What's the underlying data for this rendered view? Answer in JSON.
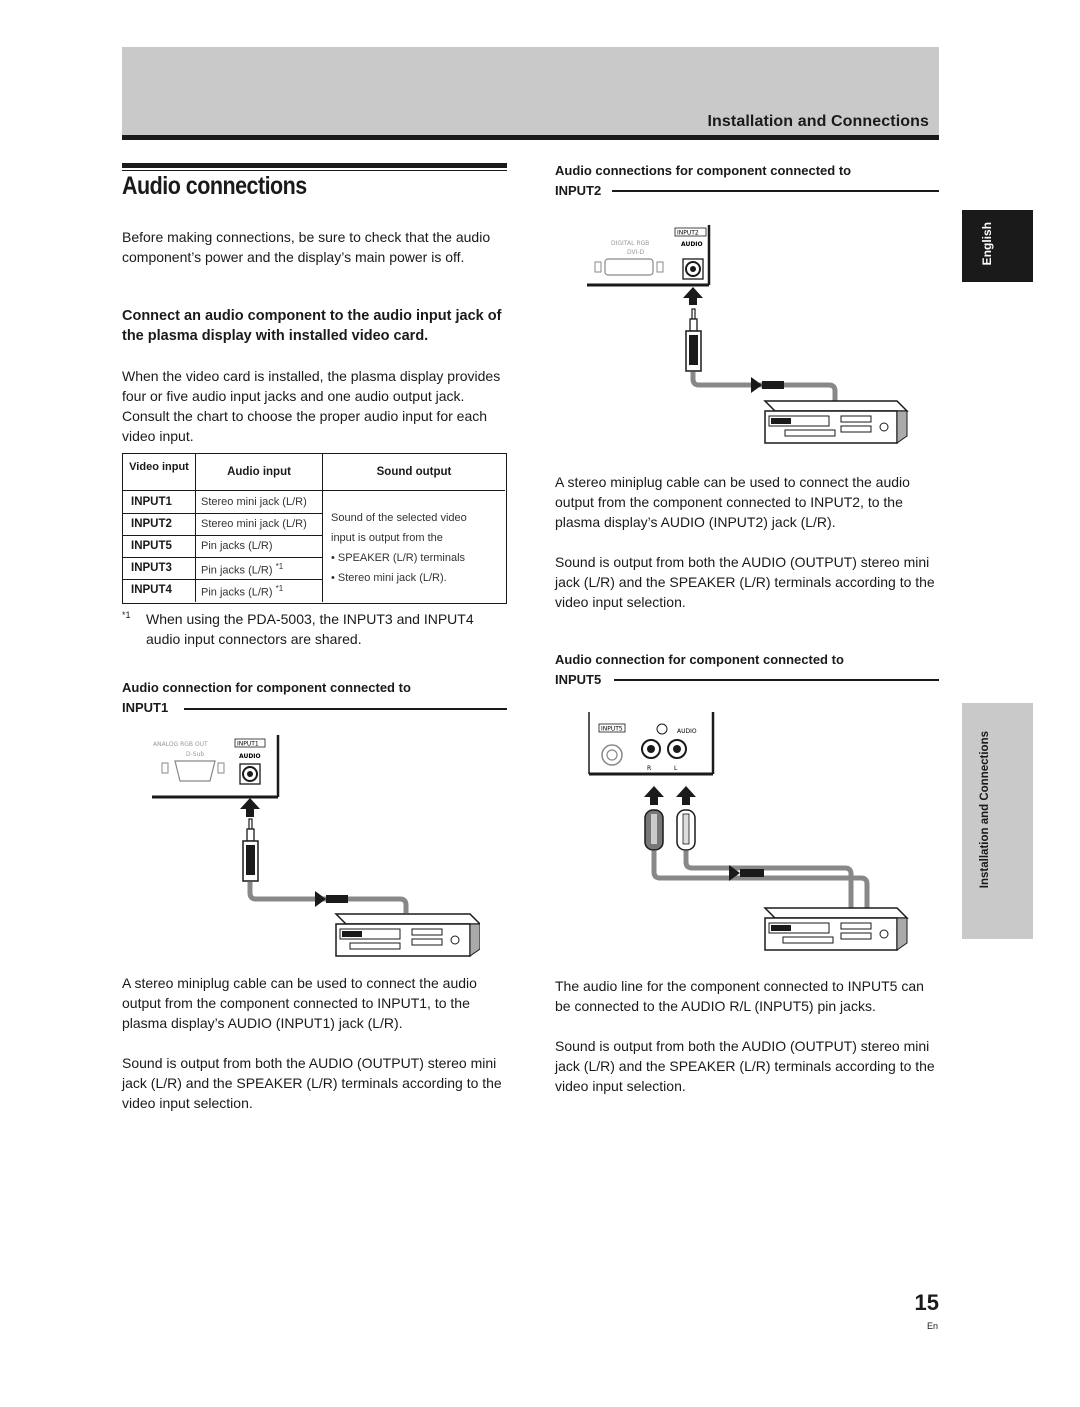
{
  "header": {
    "section_title": "Installation and Connections"
  },
  "page": {
    "title": "Audio connections",
    "number": "15",
    "lang_code": "En"
  },
  "side_tabs": {
    "language": "English",
    "chapter": "Installation and Connections"
  },
  "intro": "Before making connections, be sure to check that the audio component’s power and the display’s main power is off.",
  "connect_heading": "Connect an audio component to the audio input jack of the plasma display with installed video card.",
  "connect_body": "When the video card is installed, the plasma display provides four or five audio input jacks and one audio output jack. Consult the chart to choose the proper audio input for each video input.",
  "table": {
    "headers": [
      "Video input",
      "Audio input",
      "Sound output"
    ],
    "rows": [
      {
        "video": "INPUT1",
        "audio": "Stereo mini jack (L/R)",
        "note": ""
      },
      {
        "video": "INPUT2",
        "audio": "Stereo mini jack (L/R)",
        "note": ""
      },
      {
        "video": "INPUT5",
        "audio": "Pin jacks (L/R)",
        "note": ""
      },
      {
        "video": "INPUT3",
        "audio": "Pin jacks (L/R)",
        "note": "*1"
      },
      {
        "video": "INPUT4",
        "audio": "Pin jacks (L/R)",
        "note": "*1"
      }
    ],
    "sound_output_lines": [
      "Sound of the selected video",
      "input is output from the",
      "• SPEAKER (L/R) terminals",
      "• Stereo mini jack (L/R)."
    ]
  },
  "footnote": {
    "mark": "*1",
    "text": "When using the PDA-5003, the INPUT3 and INPUT4 audio input connectors are shared."
  },
  "input1": {
    "heading_line1": "Audio connection for component connected to",
    "heading_line2": "INPUT1",
    "panel_labels": {
      "analog": "ANALOG RGB OUT",
      "dsub": "D-Sub",
      "input": "INPUT1",
      "audio": "AUDIO"
    },
    "para1": "A stereo miniplug cable can be used to connect the audio output from the component connected to INPUT1, to the plasma display’s AUDIO (INPUT1) jack (L/R).",
    "para2": "Sound is output from both the AUDIO (OUTPUT) stereo mini jack (L/R) and the SPEAKER (L/R) terminals according to the video input selection."
  },
  "input2": {
    "heading_line1": "Audio connections for component connected to",
    "heading_line2": "INPUT2",
    "panel_labels": {
      "digital": "DIGITAL RGB",
      "dvi": "DVI-D",
      "input": "INPUT2",
      "audio": "AUDIO"
    },
    "para1": "A stereo miniplug cable can be used to connect the audio output from the component connected to INPUT2, to the plasma display’s AUDIO (INPUT2) jack (L/R).",
    "para2": "Sound is output from both the AUDIO (OUTPUT) stereo mini jack (L/R) and the SPEAKER (L/R) terminals according to the video input selection."
  },
  "input5": {
    "heading_line1": "Audio connection for component connected to",
    "heading_line2": "INPUT5",
    "panel_labels": {
      "input": "INPUT5",
      "audio": "AUDIO",
      "r": "R",
      "l": "L"
    },
    "para1": "The audio line for the component connected to INPUT5 can be connected to the AUDIO R/L (INPUT5) pin jacks.",
    "para2": "Sound is output from both the AUDIO (OUTPUT) stereo mini jack (L/R) and the SPEAKER (L/R) terminals according to the video input selection."
  }
}
